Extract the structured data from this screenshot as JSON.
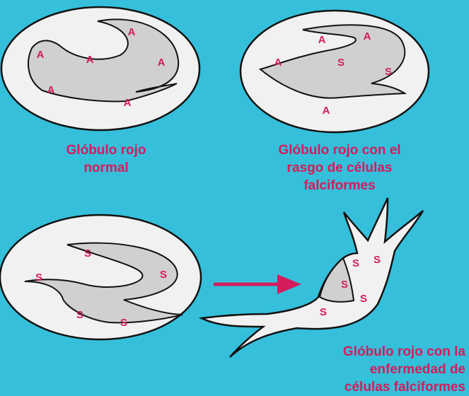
{
  "colors": {
    "background": "#35bfda",
    "label": "#d41c5c",
    "cell_fill": "#f1f1f1",
    "hemoglobin_fill": "#d0d0d0",
    "outline": "#111111",
    "arrow": "#d41c5c"
  },
  "cells": {
    "normal": {
      "hemoglobin_letters": [
        "A",
        "A",
        "A",
        "A",
        "A",
        "A"
      ],
      "caption_lines": [
        "Glóbulo rojo",
        "normal"
      ]
    },
    "trait": {
      "hemoglobin_letters": [
        "A",
        "A",
        "A",
        "S",
        "S",
        "A"
      ],
      "caption_lines": [
        "Glóbulo rojo con el",
        "rasgo de células",
        "falciformes"
      ]
    },
    "disease": {
      "hemoglobin_letters": [
        "S",
        "S",
        "S",
        "S",
        "S"
      ],
      "caption_lines": []
    },
    "sickled": {
      "hemoglobin_letters": [
        "S",
        "S",
        "S",
        "S",
        "S"
      ],
      "caption_lines": [
        "Glóbulo rojo con la",
        "enfermedad de",
        "células falciformes"
      ]
    }
  },
  "arrow": {
    "icon": "arrow-right-icon"
  }
}
